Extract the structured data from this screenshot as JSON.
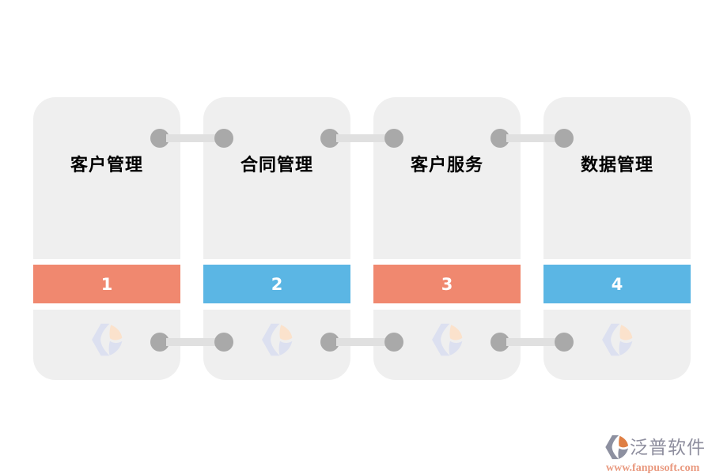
{
  "page": {
    "background_color": "#FFFFFF",
    "type": "four-step process diagram"
  },
  "steps": [
    {
      "label": "客户管理",
      "number": "1",
      "bar_color": "#F0886F"
    },
    {
      "label": "合同管理",
      "number": "2",
      "bar_color": "#5BB6E4"
    },
    {
      "label": "客户服务",
      "number": "3",
      "bar_color": "#F0886F"
    },
    {
      "label": "数据管理",
      "number": "4",
      "bar_color": "#5BB6E4"
    }
  ],
  "colors": {
    "card_background": "#EFEFEF",
    "connector_dot": "#A9A9A9",
    "connector_line": "#E0E0E0",
    "step_salmon": "#F0886F",
    "step_blue": "#5BB6E4",
    "label_text": "#000000",
    "number_text": "#FFFFFF",
    "watermark_brand_text": "#8E8E9E",
    "watermark_url_text": "#E9997F",
    "card_logo_blue": "#DCE0F0",
    "card_logo_peach": "#FBE2CC",
    "footer_logo_gray": "#8D90A0",
    "footer_logo_orange": "#DF7F44"
  },
  "icons": {
    "card_watermark": "fanpu-logo-watermark-icon",
    "footer_logo": "fanpu-logo-icon"
  },
  "watermark": {
    "brand": "泛普软件",
    "url": "www.fanpusoft.com"
  }
}
